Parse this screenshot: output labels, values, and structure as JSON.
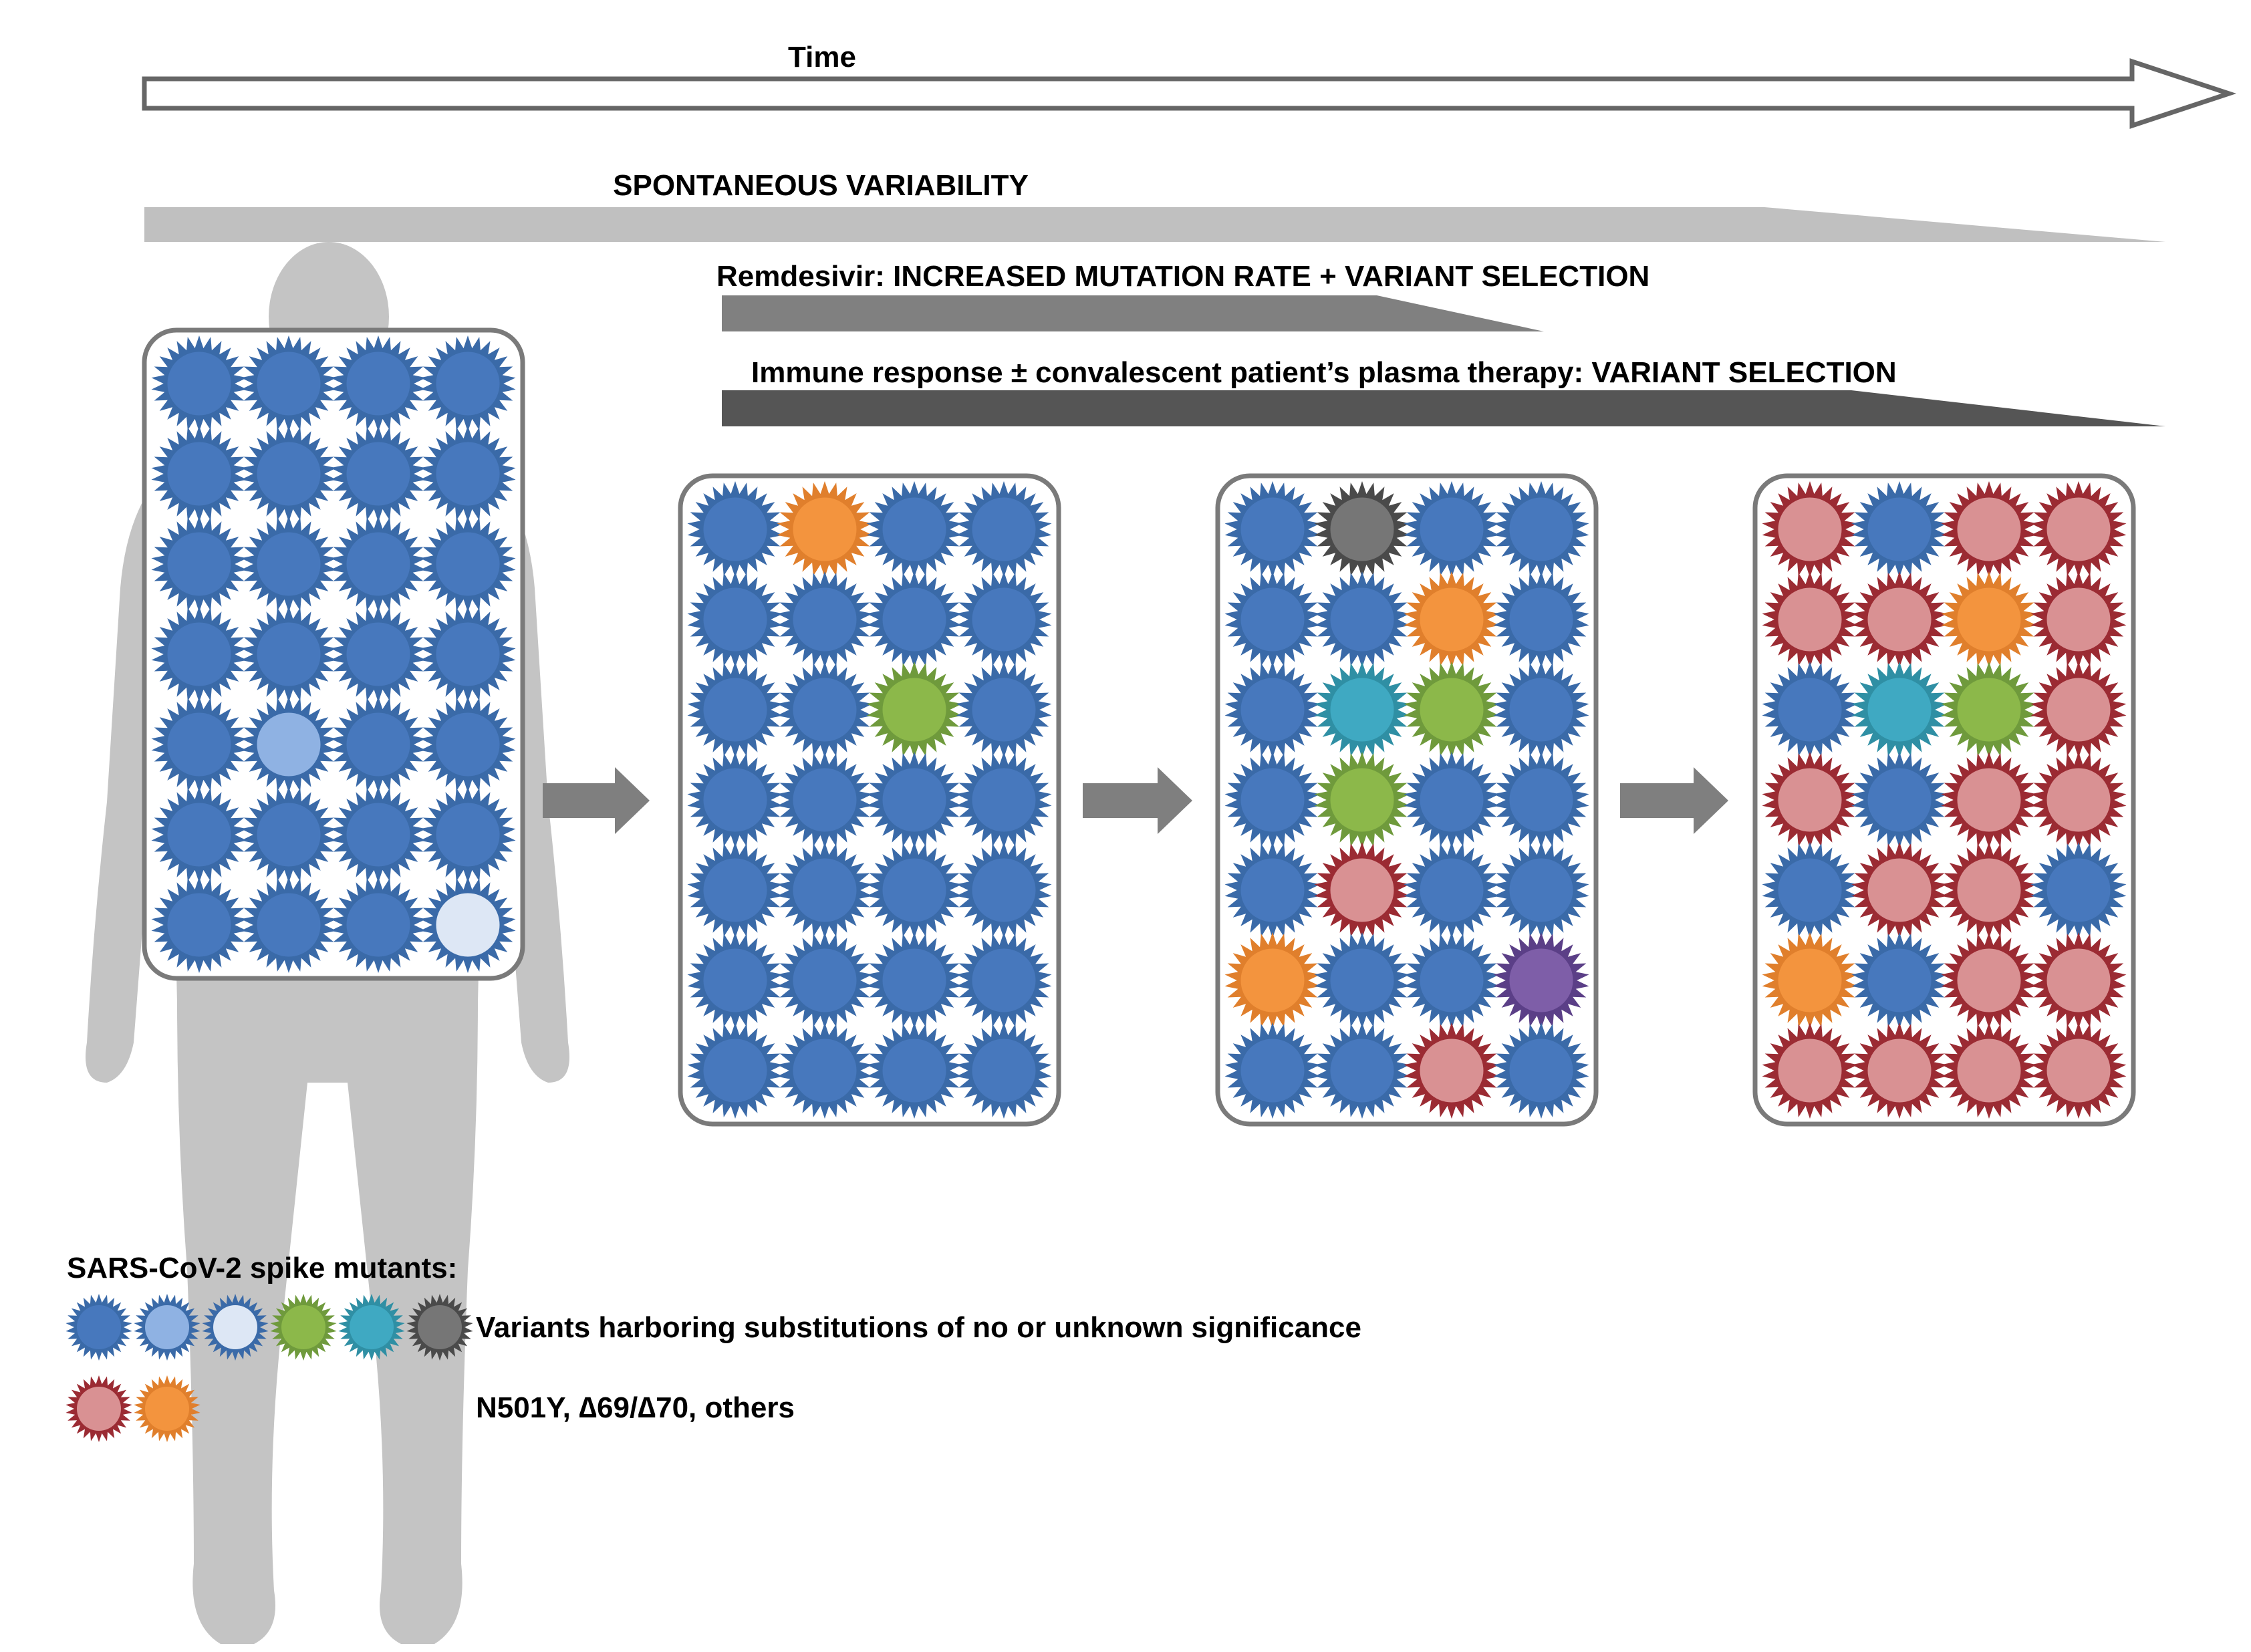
{
  "labels": {
    "time": "Time",
    "spontaneous": "SPONTANEOUS VARIABILITY",
    "remdesivir": "Remdesivir: INCREASED MUTATION RATE + VARIANT SELECTION",
    "immune": "Immune response ± convalescent patient’s plasma therapy: VARIANT SELECTION"
  },
  "legend": {
    "title": "SARS-CoV-2 spike  mutants:",
    "row1_text": "Variants harboring substitutions of no or unknown significance",
    "row1_variants": [
      "blue",
      "lightblue",
      "paleblue",
      "green",
      "teal",
      "gray"
    ],
    "row2_text": "N501Y, ∆69/∆70, others",
    "row2_variants": [
      "red",
      "orange"
    ]
  },
  "variant_colors": {
    "blue": {
      "outer": "#3a6aa8",
      "inner": "#4778bd"
    },
    "lightblue": {
      "outer": "#3a6aa8",
      "inner": "#8fb2e3"
    },
    "paleblue": {
      "outer": "#3a6aa8",
      "inner": "#dde7f5"
    },
    "green": {
      "outer": "#6f9a3c",
      "inner": "#8cb84a"
    },
    "teal": {
      "outer": "#2f8fa4",
      "inner": "#3fa9c2"
    },
    "gray": {
      "outer": "#4a4a4a",
      "inner": "#767676"
    },
    "red": {
      "outer": "#9b2b33",
      "inner": "#d99193"
    },
    "orange": {
      "outer": "#e07f2c",
      "inner": "#f3943e"
    },
    "purple": {
      "outer": "#5b3f87",
      "inner": "#7e5ea8"
    }
  },
  "panels": [
    {
      "grid": [
        [
          "blue",
          "blue",
          "blue",
          "blue"
        ],
        [
          "blue",
          "blue",
          "blue",
          "blue"
        ],
        [
          "blue",
          "blue",
          "blue",
          "blue"
        ],
        [
          "blue",
          "blue",
          "blue",
          "blue"
        ],
        [
          "blue",
          "lightblue",
          "blue",
          "blue"
        ],
        [
          "blue",
          "blue",
          "blue",
          "blue"
        ],
        [
          "blue",
          "blue",
          "blue",
          "paleblue"
        ]
      ]
    },
    {
      "grid": [
        [
          "blue",
          "orange",
          "blue",
          "blue"
        ],
        [
          "blue",
          "blue",
          "blue",
          "blue"
        ],
        [
          "blue",
          "blue",
          "green",
          "blue"
        ],
        [
          "blue",
          "blue",
          "blue",
          "blue"
        ],
        [
          "blue",
          "blue",
          "blue",
          "blue"
        ],
        [
          "blue",
          "blue",
          "blue",
          "blue"
        ],
        [
          "blue",
          "blue",
          "blue",
          "blue"
        ]
      ]
    },
    {
      "grid": [
        [
          "blue",
          "gray",
          "blue",
          "blue"
        ],
        [
          "blue",
          "blue",
          "orange",
          "blue"
        ],
        [
          "blue",
          "teal",
          "green",
          "blue"
        ],
        [
          "blue",
          "green",
          "blue",
          "blue"
        ],
        [
          "blue",
          "red",
          "blue",
          "blue"
        ],
        [
          "orange",
          "blue",
          "blue",
          "purple"
        ],
        [
          "blue",
          "blue",
          "red",
          "blue"
        ]
      ]
    },
    {
      "grid": [
        [
          "red",
          "blue",
          "red",
          "red"
        ],
        [
          "red",
          "red",
          "orange",
          "red"
        ],
        [
          "blue",
          "teal",
          "green",
          "red"
        ],
        [
          "red",
          "blue",
          "red",
          "red"
        ],
        [
          "blue",
          "red",
          "red",
          "blue"
        ],
        [
          "orange",
          "blue",
          "red",
          "red"
        ],
        [
          "red",
          "red",
          "red",
          "red"
        ]
      ]
    }
  ]
}
